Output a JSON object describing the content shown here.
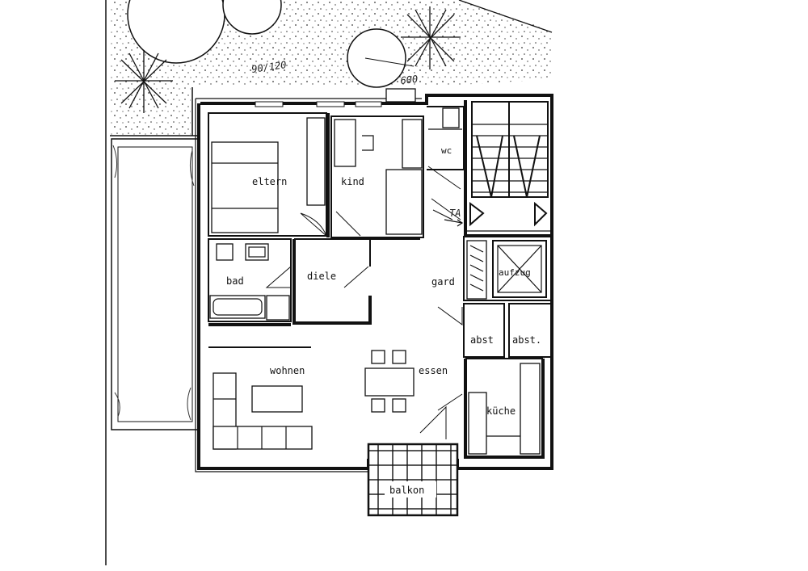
{
  "plan": {
    "rooms": {
      "eltern": "eltern",
      "kind": "kind",
      "wc": "wc",
      "bad": "bad",
      "diele": "diele",
      "gard": "gard",
      "aufzug": "aufzug",
      "abst1": "abst",
      "abst2": "abst.",
      "wohnen": "wohnen",
      "essen": "essen",
      "kueche": "küche",
      "balkon": "balkon"
    },
    "annotations": {
      "garden_note": "90/120",
      "tree_note": "600",
      "stair_mark": "TA"
    }
  }
}
